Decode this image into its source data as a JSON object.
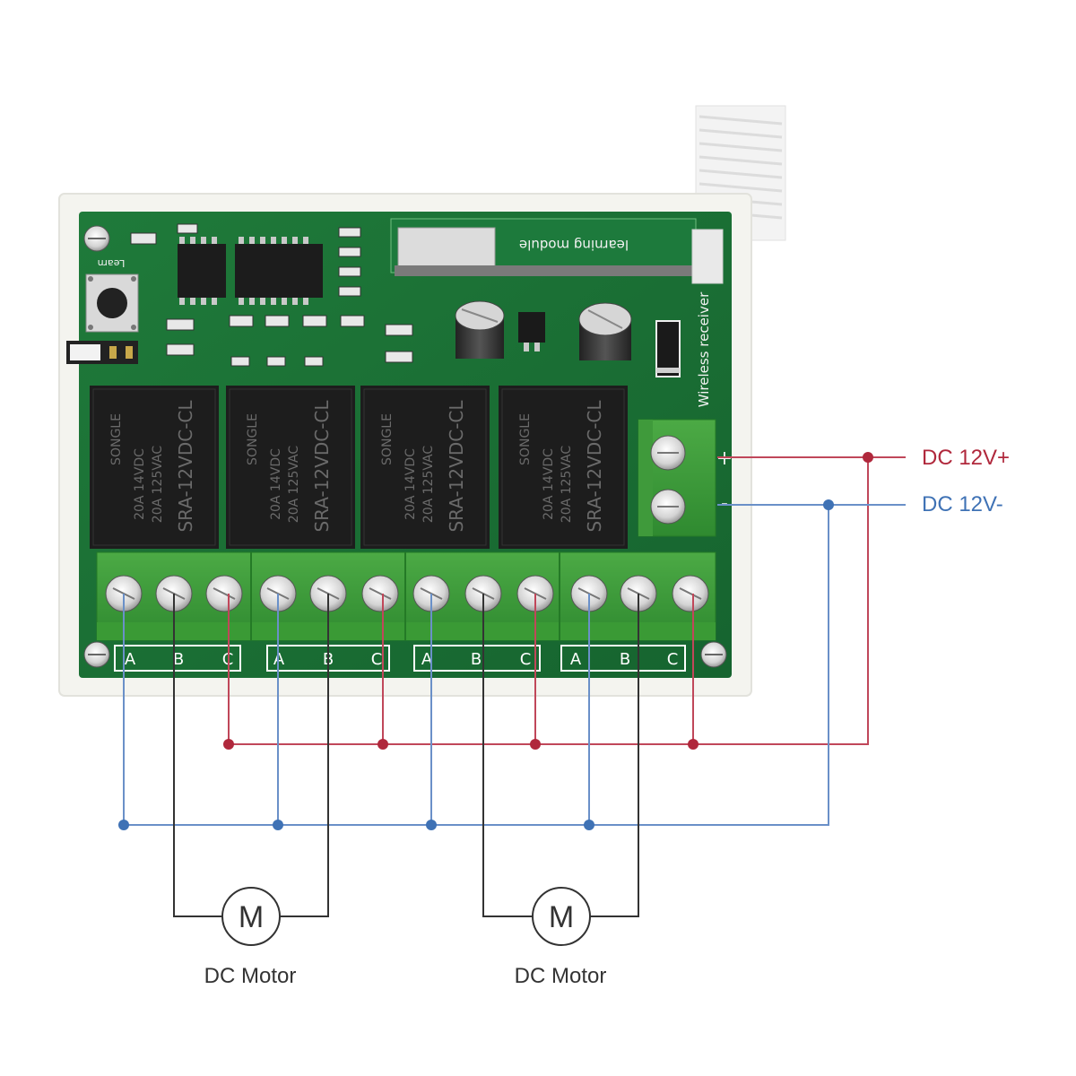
{
  "board": {
    "learn_label": "Learn",
    "module_label": "learning module",
    "receiver_label": "Wireless receiver",
    "relays": [
      {
        "brand": "SONGLE",
        "model": "SRA-12VDC-CL",
        "rating1": "20A 14VDC",
        "rating2": "20A 125VAC"
      },
      {
        "brand": "SONGLE",
        "model": "SRA-12VDC-CL",
        "rating1": "20A 14VDC",
        "rating2": "20A 125VAC"
      },
      {
        "brand": "SONGLE",
        "model": "SRA-12VDC-CL",
        "rating1": "20A 14VDC",
        "rating2": "20A 125VAC"
      },
      {
        "brand": "SONGLE",
        "model": "SRA-12VDC-CL",
        "rating1": "20A 14VDC",
        "rating2": "20A 125VAC"
      }
    ],
    "terminal_groups": [
      {
        "a": "A",
        "b": "B",
        "c": "C"
      },
      {
        "a": "A",
        "b": "B",
        "c": "C"
      },
      {
        "a": "A",
        "b": "B",
        "c": "C"
      },
      {
        "a": "A",
        "b": "B",
        "c": "C"
      }
    ],
    "power_plus_mark": "+",
    "power_minus_mark": "-"
  },
  "power": {
    "positive_label": "DC 12V+",
    "negative_label": "DC 12V-",
    "positive_color": "#b0283c",
    "negative_color": "#3f72b5"
  },
  "motors": [
    {
      "symbol": "M",
      "label": "DC Motor"
    },
    {
      "symbol": "M",
      "label": "DC Motor"
    }
  ]
}
